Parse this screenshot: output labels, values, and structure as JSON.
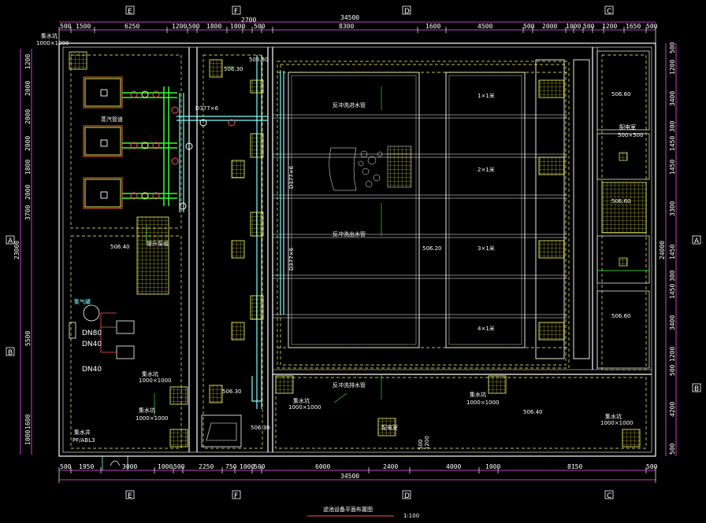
{
  "colors": {
    "bg": "#000000",
    "wall": "#ffffff",
    "dim": "#ff55ff",
    "pipe_green": "#33ff33",
    "pipe_cyan": "#7fffff",
    "dash": "#ffff66",
    "grid": "#ffff66"
  },
  "axes": {
    "top": [
      "E",
      "F",
      "D",
      "C"
    ],
    "bottom": [
      "E",
      "F",
      "D",
      "C"
    ],
    "left": [
      "A",
      "B"
    ],
    "right": [
      "A",
      "B"
    ]
  },
  "dims_top": {
    "row1": [
      "500",
      "1500",
      "6250",
      "1200",
      "500",
      "1800",
      "1000",
      "500",
      "8300",
      "1600",
      "4500",
      "500",
      "2000",
      "1000",
      "500",
      "1200",
      "1650",
      "500"
    ],
    "total": "34500",
    "mid": "2700"
  },
  "dims_bottom": {
    "row1": [
      "500",
      "1950",
      "3000",
      "1000",
      "500",
      "2250",
      "750",
      "1000",
      "500",
      "6000",
      "2400",
      "4000",
      "1000",
      "8150",
      "500"
    ],
    "total": "34500"
  },
  "dims_left": [
    "1200",
    "2000",
    "2000",
    "2000",
    "1800",
    "2000",
    "3700",
    "5500",
    "1600",
    "1000"
  ],
  "dims_left_total": "23000",
  "dims_right": [
    "500",
    "1200",
    "3400",
    "300",
    "1450",
    "1450",
    "3300",
    "1450",
    "300",
    "1450",
    "3400",
    "1200",
    "500",
    "4200",
    "500"
  ],
  "dims_right_total": "24000",
  "labels": {
    "l1": "集水坑",
    "l1b": "1000×1000",
    "l2": "蒸汽管道",
    "l3": "506.40",
    "l4": "506.30",
    "l5": "506.20",
    "l6": "506.60",
    "pump": "提升泵组",
    "fm": "DN80",
    "dn40a": "DN40",
    "dn40b": "DN40",
    "p1": "D377×6",
    "p2": "D377×6",
    "p3": "D377×6",
    "ref": "1×1米",
    "ref2": "2×1米",
    "ref3": "3×1米",
    "ref4": "4×1米",
    "pipe1": "反冲洗进水管",
    "pipe2": "反冲洗出水管",
    "pipe3": "反冲洗排水管",
    "pit1": "集水坑",
    "pit2": "集水坑",
    "pit3": "集水坑",
    "pit4": "集水坑",
    "pit_size1": "1000×1000",
    "pit_size2": "1000×1000",
    "pit_size3": "1000×1000",
    "mc": "配电室",
    "door": "PF/ABL3",
    "well": "集水井",
    "sump": "配电室",
    "r1": "500×500",
    "r2": "506.60",
    "bottom_dim": "1200",
    "mid_dim": "500"
  },
  "footer": "滤池设备平面布置图",
  "scale": "1:100",
  "lyb": "集气罐"
}
